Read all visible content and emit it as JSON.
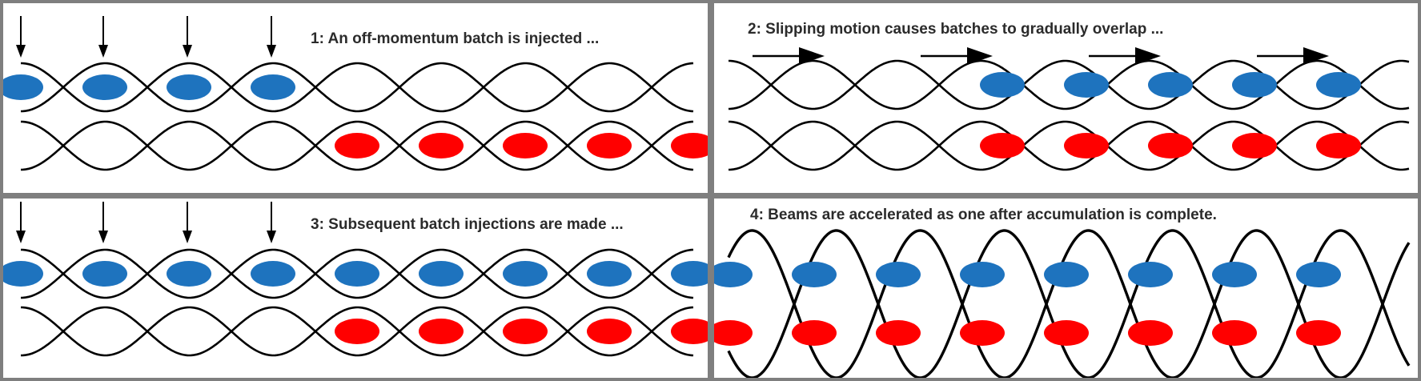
{
  "colors": {
    "beam_blue": "#1e73be",
    "beam_red": "#ff0000",
    "line": "#000000",
    "frame": "#7f7f7f"
  },
  "panels": [
    {
      "id": "1",
      "caption": "1: An off-momentum batch is injected ...",
      "arrows": "down",
      "arrow_count": 4,
      "top_beams": [
        1,
        1,
        1,
        1,
        0,
        0,
        0,
        0
      ],
      "bottom_beams": [
        0,
        0,
        0,
        0,
        1,
        1,
        1,
        1,
        1
      ]
    },
    {
      "id": "2",
      "caption": "2: Slipping motion causes batches to gradually overlap ...",
      "arrows": "right",
      "arrow_count": 4,
      "top_beams": [
        0,
        0,
        0,
        1,
        1,
        1,
        1,
        1
      ],
      "bottom_beams": [
        0,
        0,
        0,
        1,
        1,
        1,
        1,
        1
      ]
    },
    {
      "id": "3",
      "caption": "3: Subsequent batch injections are made ...",
      "arrows": "down",
      "arrow_count": 4,
      "top_beams": [
        1,
        1,
        1,
        1,
        1,
        1,
        1,
        1,
        1
      ],
      "bottom_beams": [
        0,
        0,
        0,
        0,
        1,
        1,
        1,
        1,
        1
      ]
    },
    {
      "id": "4",
      "caption": "4: Beams are accelerated as one after accumulation is complete.",
      "arrows": "none",
      "arrow_count": 0,
      "top_beams": [
        1,
        1,
        1,
        1,
        1,
        1,
        1,
        1
      ],
      "bottom_beams": [
        1,
        1,
        1,
        1,
        1,
        1,
        1,
        1
      ]
    }
  ]
}
